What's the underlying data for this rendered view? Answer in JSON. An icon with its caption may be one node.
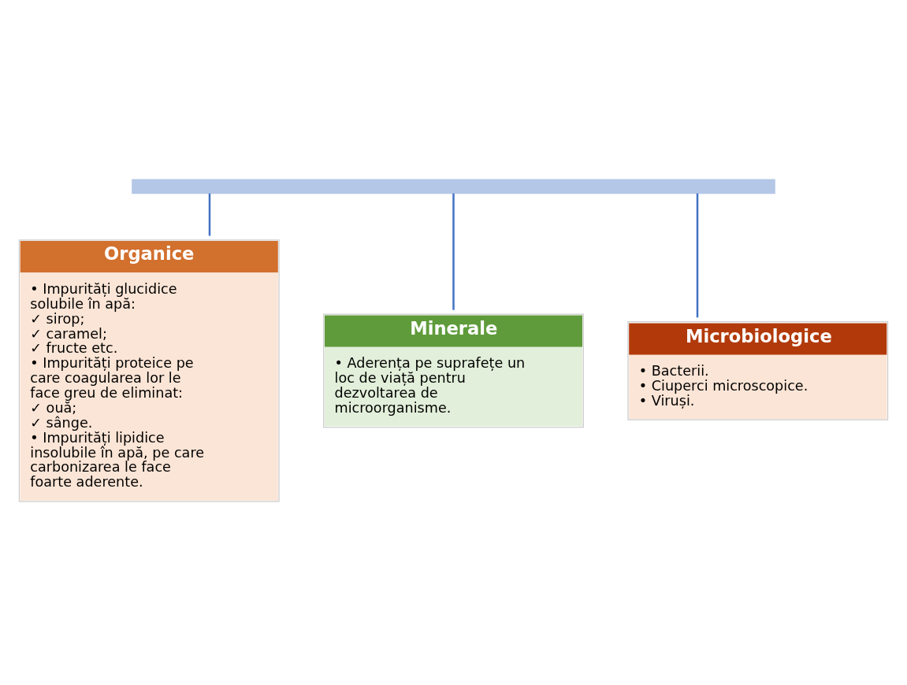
{
  "diagram": {
    "nodes": [
      {
        "text": [],
        "shape": "bar"
      },
      {
        "text": [
          "Organice",
          "• Impurități glucidice solubile în apă:",
          "✓ sirop;",
          "✓ caramel;",
          "✓ fructe etc.",
          "• Impurități proteice pe care coagularea lor le face greu de eliminat:",
          "✓ ouă;",
          "✓ sânge.",
          "• Impurități lipidice insolubile în apă, pe care carbonizarea le face foarte aderente."
        ]
      },
      {
        "text": [
          "Minerale",
          "• Aderența pe suprafețe un loc de viață pentru dezvoltarea de microorganisme."
        ]
      },
      {
        "text": [
          "Microbiologice",
          "• Bacterii.",
          "• Ciuperci microscopice.",
          "• Viruși."
        ]
      }
    ],
    "edges": [
      {
        "from": 0,
        "to": 1,
        "arrow": "none"
      },
      {
        "from": 0,
        "to": 2,
        "arrow": "none"
      },
      {
        "from": 0,
        "to": 3,
        "arrow": "none"
      }
    ]
  }
}
